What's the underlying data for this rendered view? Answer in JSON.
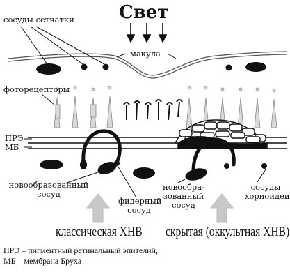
{
  "labels": {
    "title": "Свет",
    "retinal_vessels": "сосуды сетчатки",
    "macula": "макула",
    "photoreceptors": "фоторецепторы",
    "rpe_abbr": "ПРЭ",
    "bm_abbr": "МБ",
    "new_vessel_left": [
      "новообразованный",
      "сосуд"
    ],
    "feeder_vessel": [
      "фидерный",
      "сосуд"
    ],
    "new_vessel_right": [
      "новообра-",
      "зованный",
      "сосуд"
    ],
    "choroid_vessels": [
      "сосуды",
      "хориоидеи"
    ],
    "classic_cnv": "классическая ХНВ",
    "occult_cnv": "скрытая (оккультная ХНВ)",
    "legend": [
      "ПРЭ – пигментный ретинальный эпителий,",
      "МБ – мембрана Бруха"
    ]
  },
  "colors": {
    "ink": "#111111",
    "photoreceptor_fill": "#d9d9d9",
    "arrow_fill": "#c8c8c8"
  }
}
